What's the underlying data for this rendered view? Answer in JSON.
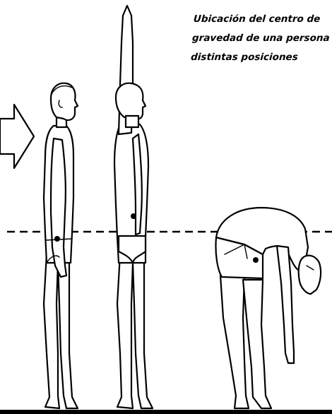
{
  "caption": {
    "line1": "Ubicación del centro de",
    "line2": "gravedad de una persona e",
    "line3": "distintas posiciones"
  },
  "figures": [
    {
      "pose": "standing-arms-down",
      "marker": "center-of-gravity-dot"
    },
    {
      "pose": "standing-arm-raised",
      "marker": "center-of-gravity-dot"
    },
    {
      "pose": "bent-forward",
      "marker": "center-of-gravity-dot"
    }
  ],
  "icons": [
    "right-arrow-icon"
  ],
  "colors": {
    "line": "#000000",
    "background": "#ffffff"
  }
}
